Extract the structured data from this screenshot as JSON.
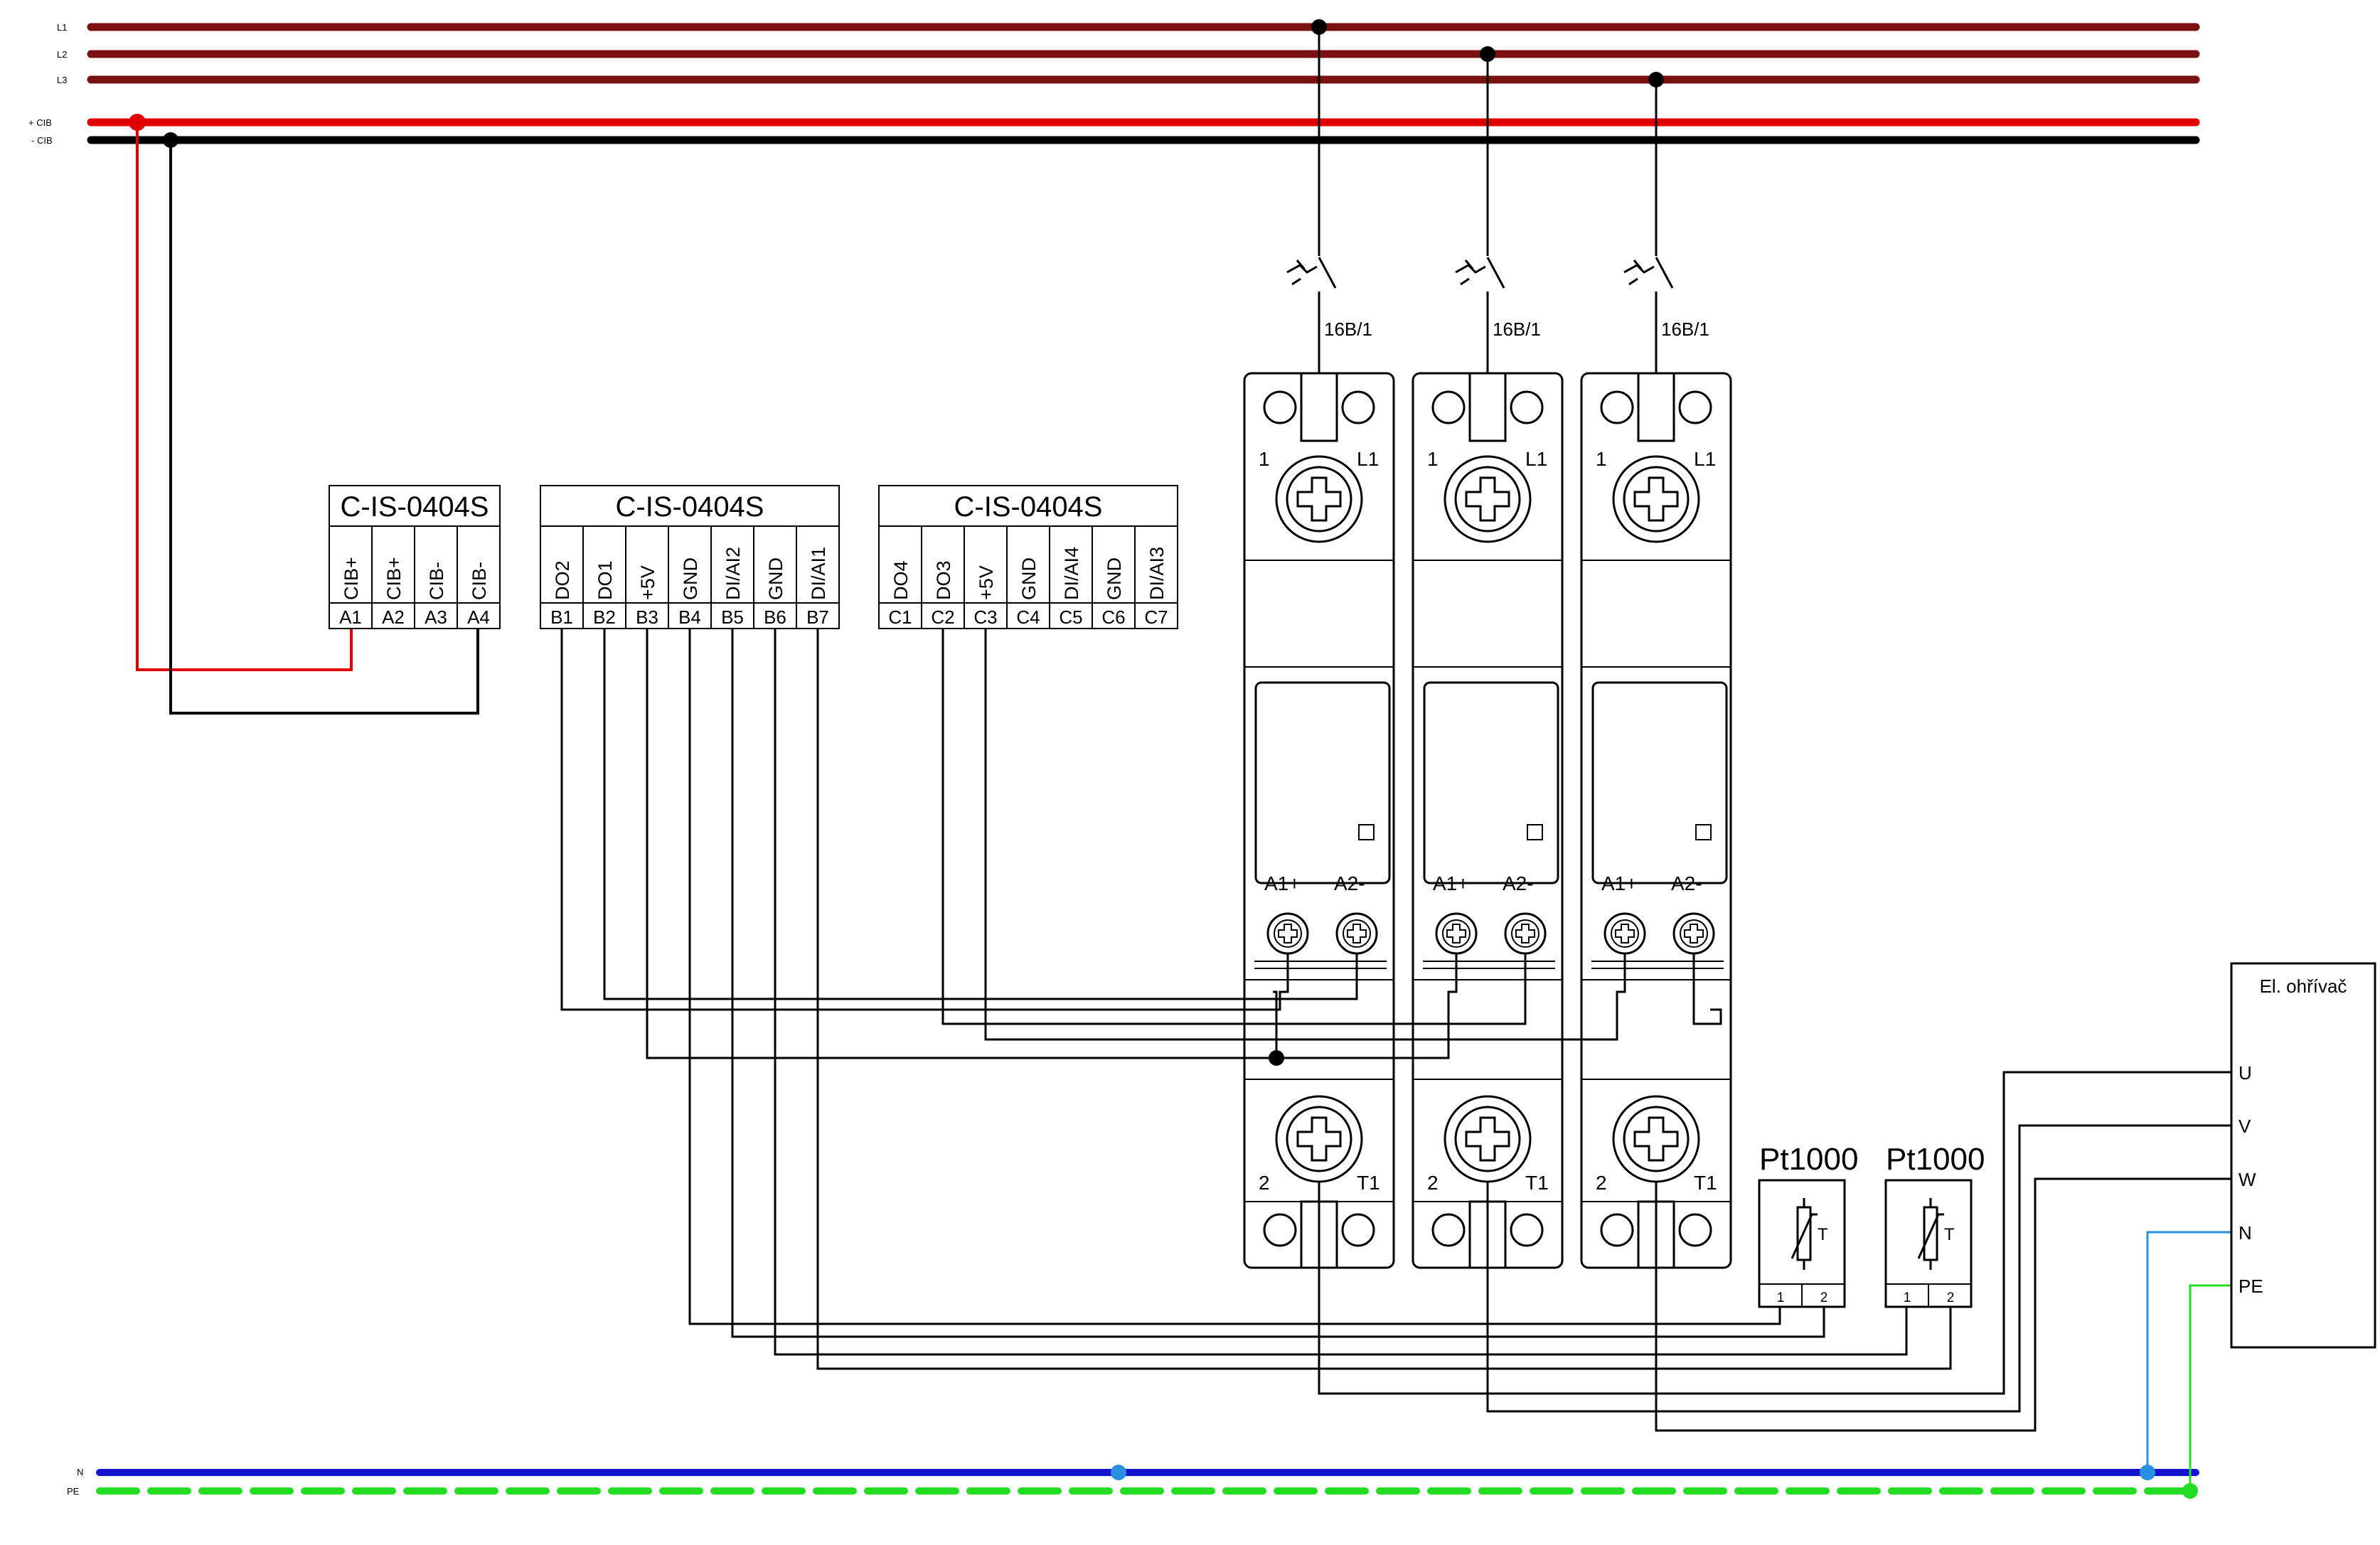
{
  "buses": {
    "L1": "L1",
    "L2": "L2",
    "L3": "L3",
    "cib_plus": "+ CIB",
    "cib_minus": "- CIB",
    "N": "N",
    "PE": "PE"
  },
  "colors": {
    "phase": "#7a1010",
    "cib_plus": "#e00000",
    "cib_minus": "#000000",
    "neutral": "#1414d2",
    "neutral_tap": "#2a8fe0",
    "pe": "#22dd22",
    "wire": "#000000"
  },
  "modules": [
    {
      "title": "C-IS-0404S",
      "signals": [
        "CIB+",
        "CIB+",
        "CIB-",
        "CIB-"
      ],
      "pins": [
        "A1",
        "A2",
        "A3",
        "A4"
      ]
    },
    {
      "title": "C-IS-0404S",
      "signals": [
        "DO2",
        "DO1",
        "+5V",
        "GND",
        "DI/AI2",
        "GND",
        "DI/AI1"
      ],
      "pins": [
        "B1",
        "B2",
        "B3",
        "B4",
        "B5",
        "B6",
        "B7"
      ]
    },
    {
      "title": "C-IS-0404S",
      "signals": [
        "DO4",
        "DO3",
        "+5V",
        "GND",
        "DI/AI4",
        "GND",
        "DI/AI3"
      ],
      "pins": [
        "C1",
        "C2",
        "C3",
        "C4",
        "C5",
        "C6",
        "C7"
      ]
    }
  ],
  "breakers": [
    {
      "rating": "16B/1"
    },
    {
      "rating": "16B/1"
    },
    {
      "rating": "16B/1"
    }
  ],
  "relays": [
    {
      "top_left": "1",
      "top_right": "L1",
      "coil_plus": "A1+",
      "coil_minus": "A2-",
      "bottom_left": "2",
      "bottom_right": "T1"
    },
    {
      "top_left": "1",
      "top_right": "L1",
      "coil_plus": "A1+",
      "coil_minus": "A2-",
      "bottom_left": "2",
      "bottom_right": "T1"
    },
    {
      "top_left": "1",
      "top_right": "L1",
      "coil_plus": "A1+",
      "coil_minus": "A2-",
      "bottom_left": "2",
      "bottom_right": "T1"
    }
  ],
  "sensors": [
    {
      "name": "Pt1000",
      "symbol": "T",
      "pins": [
        "1",
        "2"
      ]
    },
    {
      "name": "Pt1000",
      "symbol": "T",
      "pins": [
        "1",
        "2"
      ]
    }
  ],
  "heater": {
    "title": "El. ohřívač",
    "terminals": [
      "U",
      "V",
      "W",
      "N",
      "PE"
    ]
  }
}
